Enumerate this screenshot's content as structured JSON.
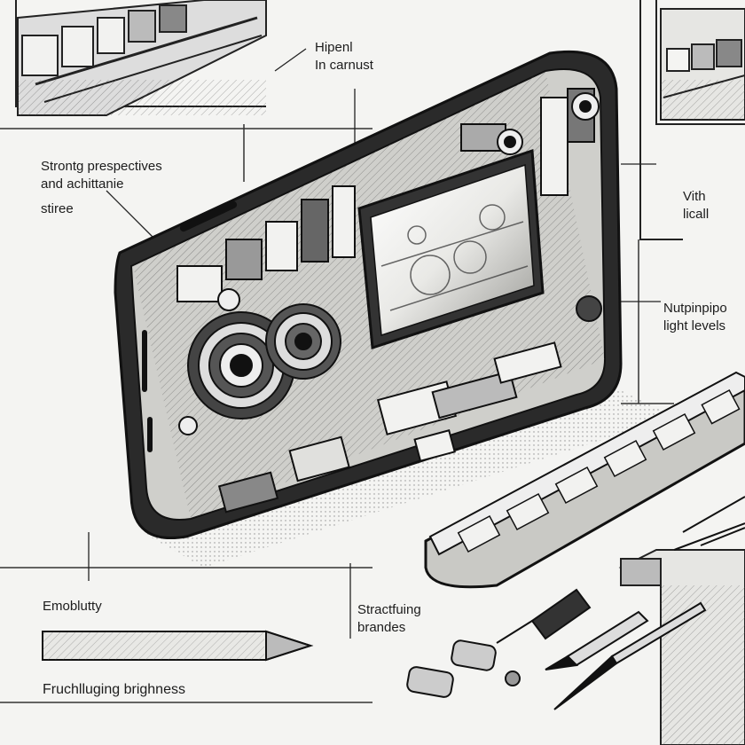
{
  "labels": {
    "top_center": {
      "line1": "Hipenl",
      "line2": "In carnust"
    },
    "left_upper": {
      "line1": "Strontg prespectives",
      "line2": "and achittanie",
      "line3": "stiree"
    },
    "right_upper": {
      "line1": "Vith",
      "line2": "licall"
    },
    "right_middle": {
      "line1": "Nutpinpipo",
      "line2": "light levels"
    },
    "left_lower": {
      "line1": "Emoblutty"
    },
    "center_lower": {
      "line1": "Stractfuing",
      "line2": "brandes"
    },
    "bottom_left": {
      "line1": "Fruchlluging brighness"
    }
  },
  "colors": {
    "paper": "#f4f4f2",
    "ink": "#1a1a1a",
    "screen_glow": "#d9d9d6"
  }
}
